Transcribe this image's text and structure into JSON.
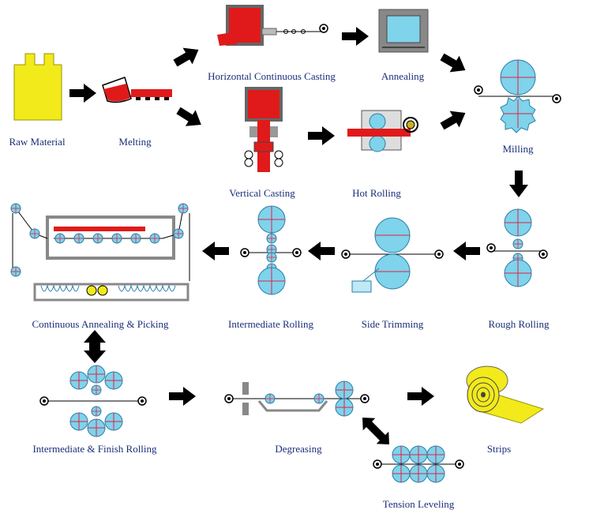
{
  "steps": {
    "raw_material": "Raw Material",
    "melting": "Melting",
    "horizontal_casting": "Horizontal Continuous Casting",
    "annealing": "Annealing",
    "vertical_casting": "Vertical Casting",
    "hot_rolling": "Hot Rolling",
    "milling": "Milling",
    "rough_rolling": "Rough Rolling",
    "side_trimming": "Side Trimming",
    "intermediate_rolling": "Intermediate Rolling",
    "continuous_annealing": "Continuous Annealing & Picking",
    "intermediate_finish_rolling": "Intermediate & Finish Rolling",
    "degreasing": "Degreasing",
    "tension_leveling": "Tension Leveling",
    "strips": "Strips"
  },
  "colors": {
    "roller": "#7fd3ea",
    "roller_cross": "#e0204a",
    "metal": "#e01a1a",
    "raw": "#f2ea1a",
    "strip": "#f2ea1a",
    "arrow": "#000000",
    "label": "#1b2f78"
  }
}
